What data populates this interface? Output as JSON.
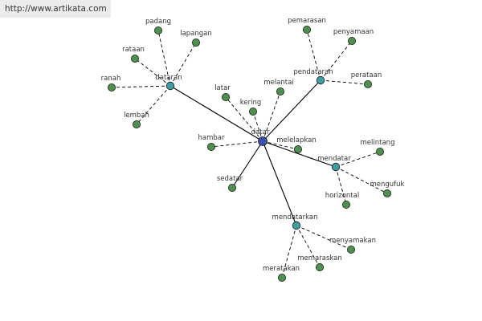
{
  "watermark": "http://www.artikata.com",
  "colors": {
    "center": "#3a50a8",
    "hub": "#3f9ca0",
    "leaf": "#4f8f4f",
    "node_stroke": "#1a1a1a",
    "edge": "#000000"
  },
  "nodes": [
    {
      "id": "datar",
      "label": "datar",
      "kind": "center"
    },
    {
      "id": "dataran",
      "label": "dataran",
      "kind": "hub"
    },
    {
      "id": "pendataran",
      "label": "pendataran",
      "kind": "hub"
    },
    {
      "id": "mendatar",
      "label": "mendatar",
      "kind": "hub"
    },
    {
      "id": "mendatarkan",
      "label": "mendatarkan",
      "kind": "hub"
    },
    {
      "id": "padang",
      "label": "padang",
      "kind": "leaf"
    },
    {
      "id": "lapangan",
      "label": "lapangan",
      "kind": "leaf"
    },
    {
      "id": "rataan",
      "label": "rataan",
      "kind": "leaf"
    },
    {
      "id": "ranah",
      "label": "ranah",
      "kind": "leaf"
    },
    {
      "id": "lembah",
      "label": "lembah",
      "kind": "leaf"
    },
    {
      "id": "pemarasan",
      "label": "pemarasan",
      "kind": "leaf"
    },
    {
      "id": "penyamaan",
      "label": "penyamaan",
      "kind": "leaf"
    },
    {
      "id": "perataan",
      "label": "perataan",
      "kind": "leaf"
    },
    {
      "id": "latar",
      "label": "latar",
      "kind": "leaf"
    },
    {
      "id": "kering",
      "label": "kering",
      "kind": "leaf"
    },
    {
      "id": "melantai",
      "label": "melantai",
      "kind": "leaf"
    },
    {
      "id": "hambar",
      "label": "hambar",
      "kind": "leaf"
    },
    {
      "id": "sedatar",
      "label": "sedatar",
      "kind": "leaf"
    },
    {
      "id": "melelapkan",
      "label": "melelapkan",
      "kind": "leaf"
    },
    {
      "id": "melintang",
      "label": "melintang",
      "kind": "leaf"
    },
    {
      "id": "mengufuk",
      "label": "mengufuk",
      "kind": "leaf"
    },
    {
      "id": "horizontal",
      "label": "horizontal",
      "kind": "leaf"
    },
    {
      "id": "menyamakan",
      "label": "menyamakan",
      "kind": "leaf"
    },
    {
      "id": "memaraskan",
      "label": "memaraskan",
      "kind": "leaf"
    },
    {
      "id": "meratakan",
      "label": "meratakan",
      "kind": "leaf"
    }
  ],
  "edges": [
    {
      "from": "datar",
      "to": "dataran",
      "style": "solid"
    },
    {
      "from": "datar",
      "to": "pendataran",
      "style": "solid"
    },
    {
      "from": "datar",
      "to": "mendatar",
      "style": "solid"
    },
    {
      "from": "datar",
      "to": "mendatarkan",
      "style": "solid"
    },
    {
      "from": "datar",
      "to": "sedatar",
      "style": "solid"
    },
    {
      "from": "datar",
      "to": "latar",
      "style": "dashed"
    },
    {
      "from": "datar",
      "to": "kering",
      "style": "dashed"
    },
    {
      "from": "datar",
      "to": "melantai",
      "style": "dashed"
    },
    {
      "from": "datar",
      "to": "hambar",
      "style": "dashed"
    },
    {
      "from": "datar",
      "to": "melelapkan",
      "style": "dashed"
    },
    {
      "from": "dataran",
      "to": "padang",
      "style": "dashed"
    },
    {
      "from": "dataran",
      "to": "lapangan",
      "style": "dashed"
    },
    {
      "from": "dataran",
      "to": "rataan",
      "style": "dashed"
    },
    {
      "from": "dataran",
      "to": "ranah",
      "style": "dashed"
    },
    {
      "from": "dataran",
      "to": "lembah",
      "style": "dashed"
    },
    {
      "from": "pendataran",
      "to": "pemarasan",
      "style": "dashed"
    },
    {
      "from": "pendataran",
      "to": "penyamaan",
      "style": "dashed"
    },
    {
      "from": "pendataran",
      "to": "perataan",
      "style": "dashed"
    },
    {
      "from": "mendatar",
      "to": "melintang",
      "style": "dashed"
    },
    {
      "from": "mendatar",
      "to": "mengufuk",
      "style": "dashed"
    },
    {
      "from": "mendatar",
      "to": "horizontal",
      "style": "dashed"
    },
    {
      "from": "mendatarkan",
      "to": "menyamakan",
      "style": "dashed"
    },
    {
      "from": "mendatarkan",
      "to": "memaraskan",
      "style": "dashed"
    },
    {
      "from": "mendatarkan",
      "to": "meratakan",
      "style": "dashed"
    }
  ]
}
